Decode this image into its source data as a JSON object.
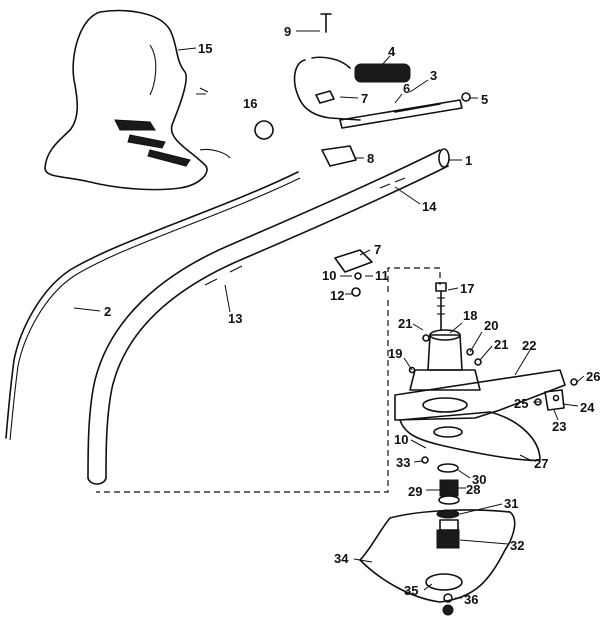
{
  "diagram": {
    "callouts": {
      "c1": "1",
      "c2": "2",
      "c3": "3",
      "c4": "4",
      "c5": "5",
      "c6": "6",
      "c7a": "7",
      "c7b": "7",
      "c8": "8",
      "c9": "9",
      "c10a": "10",
      "c10b": "10",
      "c11": "11",
      "c12": "12",
      "c13": "13",
      "c14": "14",
      "c15": "15",
      "c16": "16",
      "c17": "17",
      "c18": "18",
      "c19": "19",
      "c20": "20",
      "c21a": "21",
      "c21b": "21",
      "c22": "22",
      "c23": "23",
      "c24": "24",
      "c25": "25",
      "c26": "26",
      "c27": "27",
      "c28": "28",
      "c29": "29",
      "c30": "30",
      "c31": "31",
      "c32": "32",
      "c33": "33",
      "c34": "34",
      "c35": "35",
      "c36": "36"
    }
  }
}
